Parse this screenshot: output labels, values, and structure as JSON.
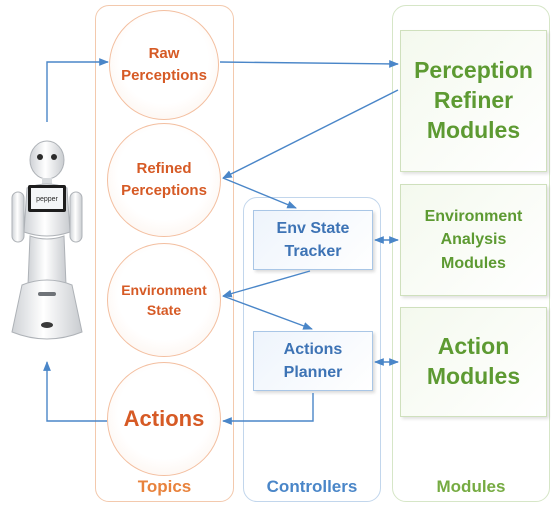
{
  "lanes": {
    "topics": "Topics",
    "controllers": "Controllers",
    "modules": "Modules"
  },
  "topics": {
    "raw": "Raw\nPerceptions",
    "refined": "Refined\nPerceptions",
    "environment": "Environment\nState",
    "actions": "Actions"
  },
  "controllers": {
    "tracker": "Env State\nTracker",
    "planner": "Actions\nPlanner"
  },
  "modules": {
    "perception": "Perception\nRefiner\nModules",
    "environment": "Environment\nAnalysis\nModules",
    "action": "Action\nModules"
  },
  "robot": {
    "screen_text": "pepper"
  },
  "colors": {
    "topics": "#e8823c",
    "controllers": "#4a86c8",
    "modules": "#76ab42",
    "arrow": "#4a86c8"
  }
}
